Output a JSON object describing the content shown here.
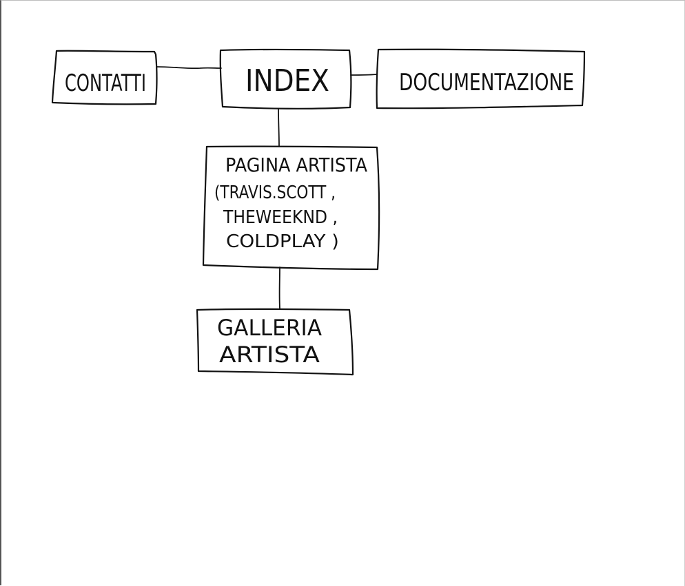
{
  "diagram": {
    "nodes": {
      "contatti": {
        "lines": [
          "CONTATTI"
        ]
      },
      "index": {
        "lines": [
          "INDEX"
        ]
      },
      "documentazione": {
        "lines": [
          "DOCUMENTAZIONE"
        ]
      },
      "pagina_artista": {
        "lines": [
          "PAGINA ARTISTA",
          "(TRAVIS.SCOTT ,",
          "THEWEEKND ,",
          "COLDPLAY )"
        ]
      },
      "galleria_artista": {
        "lines": [
          "GALLERIA",
          "ARTISTA"
        ]
      }
    },
    "connections": [
      {
        "from": "contatti",
        "to": "index"
      },
      {
        "from": "index",
        "to": "documentazione"
      },
      {
        "from": "index",
        "to": "pagina_artista"
      },
      {
        "from": "pagina_artista",
        "to": "galleria_artista"
      }
    ],
    "colors": {
      "ink": "#111111",
      "paper": "#ffffff"
    }
  }
}
